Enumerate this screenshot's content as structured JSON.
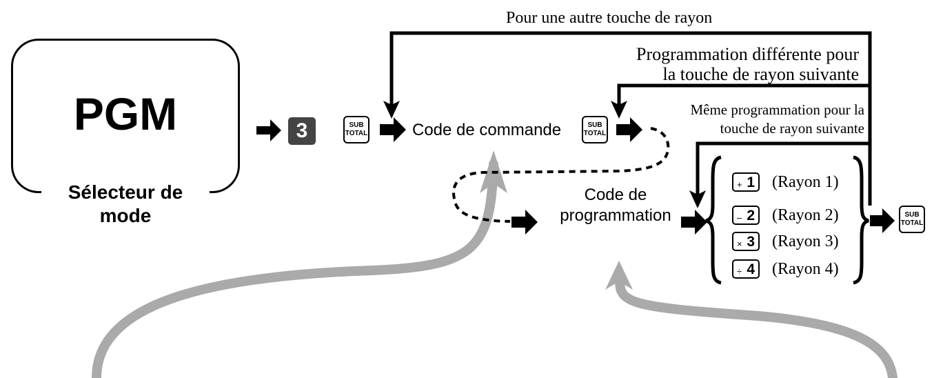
{
  "mode_selector": {
    "title": "PGM",
    "caption": "Sélecteur de mode"
  },
  "keys": {
    "dark_key": "3",
    "subtotal": {
      "line1": "SUB",
      "line2": "TOTAL"
    }
  },
  "flow": {
    "command_code": "Code de commande",
    "programming_code": "Code de programmation",
    "loop_other_dept": "Pour une autre touche de rayon",
    "loop_different_line1": "Programmation différente pour",
    "loop_different_line2": "la touche de rayon suivante",
    "loop_same_line1": "Même programmation pour la",
    "loop_same_line2": "touche de rayon suivante"
  },
  "departments": [
    {
      "op": "+",
      "num": "1",
      "label": "(Rayon 1)"
    },
    {
      "op": "–",
      "num": "2",
      "label": "(Rayon 2)"
    },
    {
      "op": "×",
      "num": "3",
      "label": "(Rayon 3)"
    },
    {
      "op": "÷",
      "num": "4",
      "label": "(Rayon 4)"
    }
  ],
  "colors": {
    "arrow": "#000000",
    "dark_key_bg": "#444444",
    "pointer_gray": "#aaaaaa"
  }
}
